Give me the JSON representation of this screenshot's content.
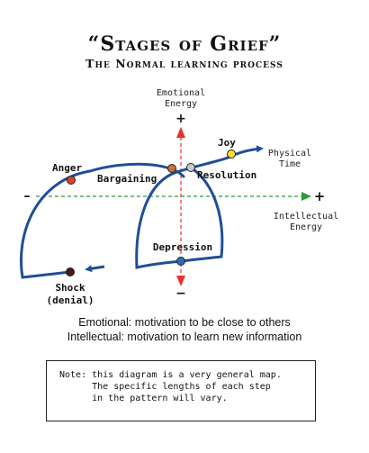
{
  "title": "“Stages of Grief”",
  "subtitle": "The Normal learning process",
  "axes": {
    "y_label_line1": "Emotional",
    "y_label_line2": "Energy",
    "y_plus": "+",
    "y_minus": "−",
    "x_label_line1": "Intellectual",
    "x_label_line2": "Energy",
    "x_plus": "+",
    "x_minus": "–",
    "time_label_line1": "Physical",
    "time_label_line2": "Time"
  },
  "stages": {
    "anger": "Anger",
    "bargaining": "Bargaining",
    "resolution": "Resolution",
    "joy": "Joy",
    "depression": "Depression",
    "shock_line1": "Shock",
    "shock_line2": "(denial)"
  },
  "colors": {
    "curve": "#1f4e96",
    "y_axis": "#e8302a",
    "x_axis": "#2e9b3a",
    "anger_dot": "#d8432b",
    "bargaining_dot": "#c8703a",
    "resolution_dot": "#c9c9c9",
    "joy_dot": "#f5e02a",
    "depression_dot": "#2b6fb3",
    "shock_dot": "#4a1616"
  },
  "descriptions": {
    "emotional": "Emotional: motivation to be close to others",
    "intellectual": "Intellectual: motivation to learn new information"
  },
  "note": {
    "line1": "Note: this diagram is a very general map.",
    "line2": "      The specific lengths of each step",
    "line3": "      in the pattern will vary."
  }
}
